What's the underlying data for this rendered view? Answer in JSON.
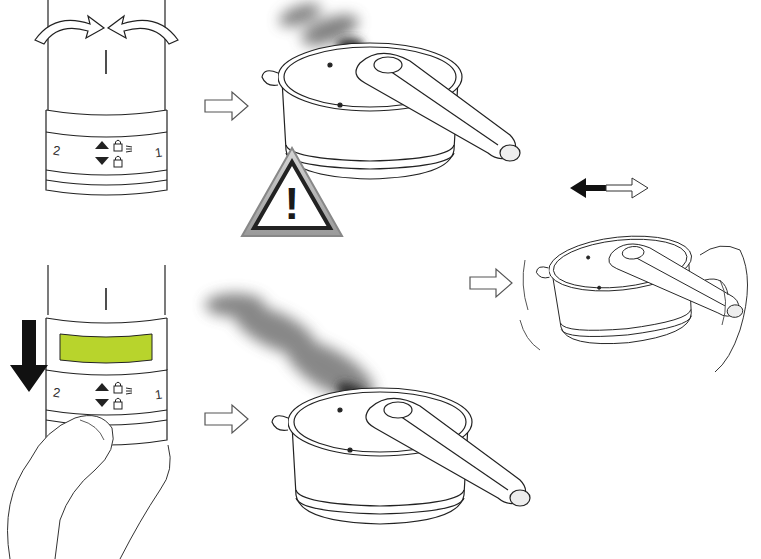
{
  "diagram": {
    "labels": [
      "2",
      "1",
      "2",
      "1",
      "!"
    ]
  }
}
